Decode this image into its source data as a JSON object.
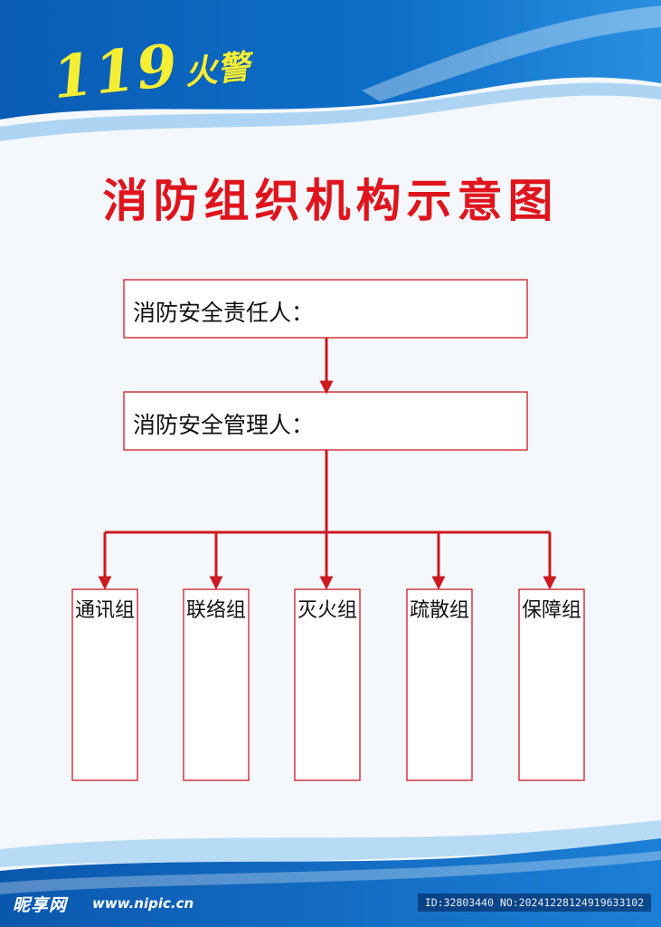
{
  "colors": {
    "title": "#e0141c",
    "lines": "#cc1a1f",
    "brand_yellow": "#f6ee34",
    "banner_blue": "#0b5aa8"
  },
  "header": {
    "brand_number": "119",
    "brand_text": "火警"
  },
  "title": "消防组织机构示意图",
  "diagram": {
    "top_box": "消防安全责任人：",
    "second_box": "消防安全管理人：",
    "groups": [
      "通讯组",
      "联络组",
      "灭火组",
      "疏散组",
      "保障组"
    ]
  },
  "footer": {
    "logo": "昵享网",
    "url": "www.nipic.cn",
    "id_text": "ID:32803440 NO:20241228124919633102"
  }
}
